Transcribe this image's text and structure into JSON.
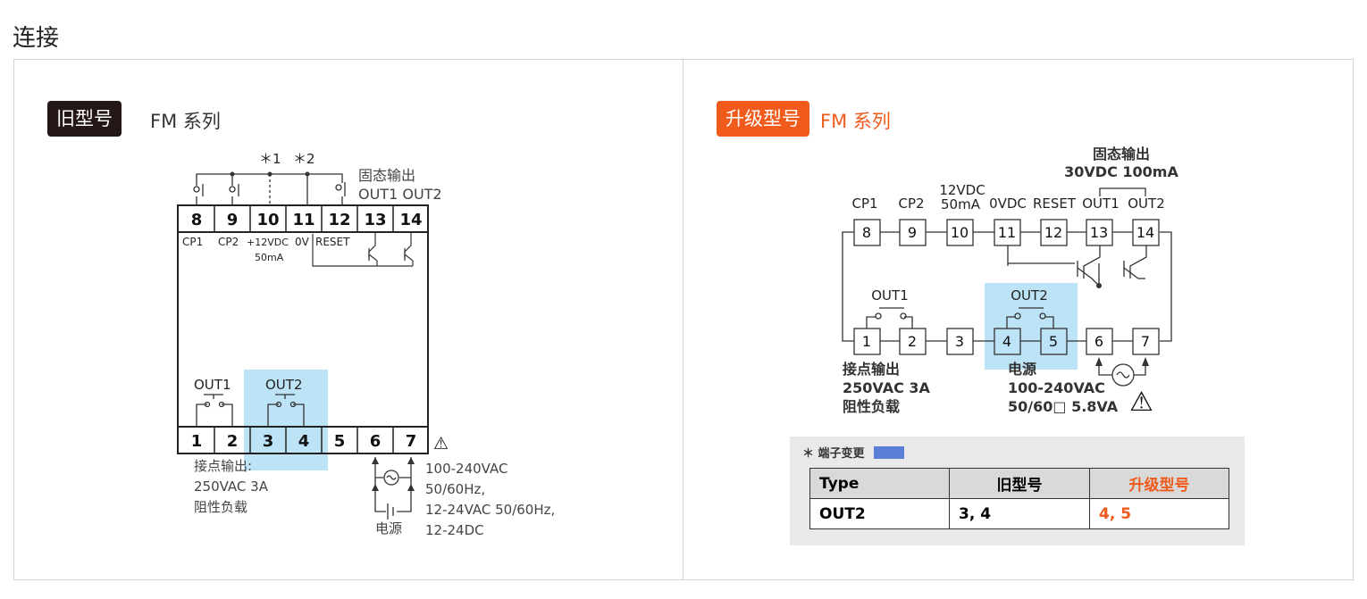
{
  "page": {
    "title": "连接"
  },
  "old_model": {
    "badge": "旧型号",
    "series": "FM 系列",
    "marks": [
      "＊1",
      "＊2"
    ],
    "solid_state_label": "固态输出",
    "out_labels": "OUT1 OUT2",
    "top_terminals": [
      "8",
      "9",
      "10",
      "11",
      "12",
      "13",
      "14"
    ],
    "top_labels": {
      "cp1": "CP1",
      "cp2": "CP2",
      "v12": "+12VDC",
      "ma": "50mA",
      "ov": "0V",
      "reset": "RESET"
    },
    "bottom_terminals": [
      "1",
      "2",
      "3",
      "4",
      "5",
      "6",
      "7"
    ],
    "out1": "OUT1",
    "out2": "OUT2",
    "contact_output": [
      "接点输出:",
      "250VAC 3A",
      "阻性负载"
    ],
    "power_label": "电源",
    "power_specs": [
      "100-240VAC",
      "50/60Hz,",
      "12-24VAC 50/60Hz,",
      "12-24DC"
    ],
    "warning": "⚠"
  },
  "new_model": {
    "badge": "升级型号",
    "series": "FM 系列",
    "solid_state_label": "固态输出",
    "solid_state_spec": "30VDC 100mA",
    "top_labels": [
      "CP1",
      "CP2",
      "12VDC",
      "50mA",
      "0VDC",
      "RESET",
      "OUT1",
      "OUT2"
    ],
    "top_terminals": [
      "8",
      "9",
      "10",
      "11",
      "12",
      "13",
      "14"
    ],
    "bottom_terminals": [
      "1",
      "2",
      "3",
      "4",
      "5",
      "6",
      "7"
    ],
    "out1": "OUT1",
    "out2": "OUT2",
    "contact_output": [
      "接点输出",
      "250VAC 3A",
      "阻性负载"
    ],
    "power": [
      "电源",
      "100-240VAC",
      "50/60□ 5.8VA"
    ],
    "warning": "⚠"
  },
  "terminal_change": {
    "note": "＊ 端子变更",
    "swatch_color": "#5b7fd6",
    "headers": [
      "Type",
      "旧型号",
      "升级型号"
    ],
    "row": [
      "OUT2",
      "3, 4",
      "4, 5"
    ]
  },
  "colors": {
    "highlight": "#bde3f7",
    "accent_orange": "#f05a1a",
    "badge_dark": "#231815"
  }
}
